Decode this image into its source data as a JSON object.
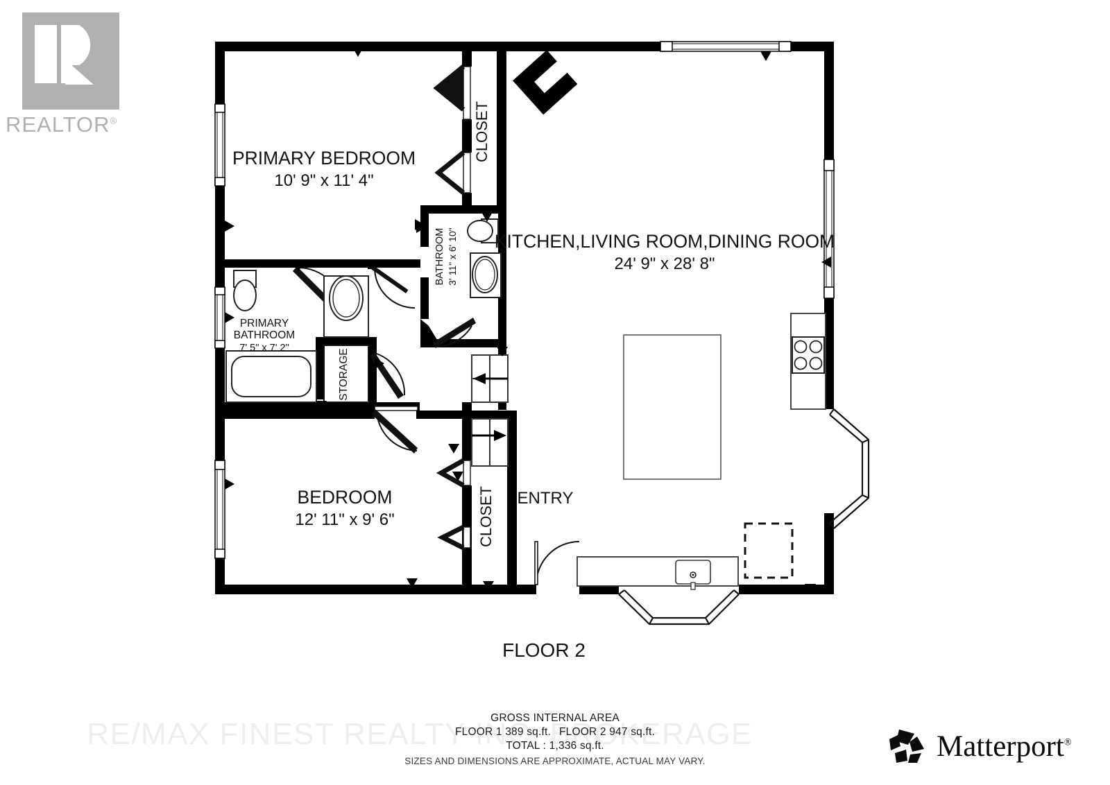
{
  "branding": {
    "realtor_logo_text": "REALTOR",
    "realtor_trademark": "®",
    "matterport_logo_text": "Matterport",
    "matterport_trademark": "®",
    "brokerage_watermark": "RE/MAX FINEST REALTY INC. BROKERAGE"
  },
  "floor_plan": {
    "floor_label": "FLOOR 2",
    "rooms": [
      {
        "id": "primary-bedroom",
        "name": "PRIMARY BEDROOM",
        "dimensions": "10' 9\" x 11' 4\""
      },
      {
        "id": "bedroom",
        "name": "BEDROOM",
        "dimensions": "12' 11\" x 9' 6\""
      },
      {
        "id": "primary-bathroom",
        "name": "PRIMARY\nBATHROOM",
        "name_line1": "PRIMARY",
        "name_line2": "BATHROOM",
        "dimensions": "7' 5\" x 7' 2\""
      },
      {
        "id": "bathroom",
        "name": "BATHROOM",
        "dimensions": "3' 11\" x 6' 10\""
      },
      {
        "id": "great-room",
        "name": "KITCHEN,LIVING ROOM,DINING ROOM",
        "dimensions": "24' 9\" x 28' 8\""
      },
      {
        "id": "closet-primary",
        "name": "CLOSET",
        "dimensions": ""
      },
      {
        "id": "closet-bedroom",
        "name": "CLOSET",
        "dimensions": ""
      },
      {
        "id": "storage",
        "name": "STORAGE",
        "dimensions": ""
      },
      {
        "id": "entry",
        "name": "ENTRY",
        "dimensions": ""
      }
    ]
  },
  "area_summary": {
    "heading": "GROSS INTERNAL AREA",
    "floor1": "FLOOR 1 389 sq.ft.",
    "floor2": "FLOOR 2 947 sq.ft.",
    "total": "TOTAL :  1,336 sq.ft.",
    "disclaimer": "SIZES AND DIMENSIONS ARE APPROXIMATE, ACTUAL MAY VARY."
  },
  "colors": {
    "wall": "#000000",
    "fixture_outline": "#222222",
    "logo_gray": "#b0b0b0",
    "watermark_gray": "#eeeeee",
    "background": "#ffffff"
  }
}
